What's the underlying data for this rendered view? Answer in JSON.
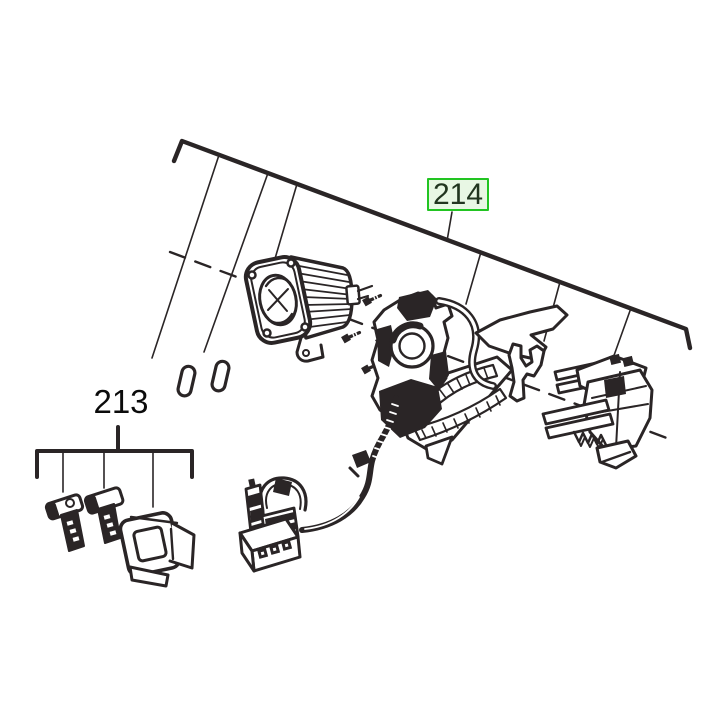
{
  "image": {
    "kind": "exploded-parts-diagram",
    "background_color": "#ffffff",
    "line_color": "#2a2526"
  },
  "callouts": {
    "group_214": {
      "label": "214",
      "selected": true,
      "box_border_color": "#22c422",
      "box_fill_color": "#e8f7e4",
      "text_color": "#21351f"
    },
    "group_213": {
      "label": "213",
      "selected": false,
      "text_color": "#0b0b0b"
    }
  },
  "diagram": {
    "group_214_parts": [
      "isolation-pin-1",
      "isolation-pin-2",
      "motor-stator",
      "mounting-screws",
      "electronics-module",
      "wire-harness",
      "battery-terminal-block",
      "shift-fork",
      "switch-mechanism"
    ],
    "group_213_parts": [
      "button-small-left",
      "button-small-right",
      "selector-housing"
    ]
  }
}
